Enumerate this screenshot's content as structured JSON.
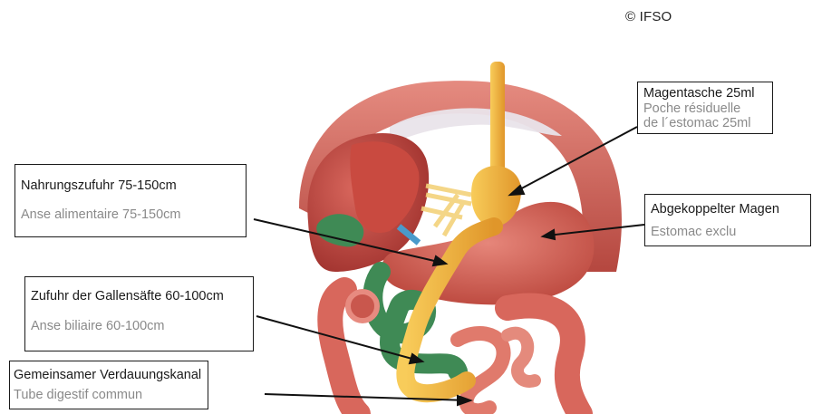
{
  "copyright": "© IFSO",
  "labels": {
    "nahrungszufuhr": {
      "de": "Nahrungszufuhr 75-150cm",
      "fr": "Anse alimentaire 75-150cm"
    },
    "gallensaefte": {
      "de": "Zufuhr der Gallensäfte 60-100cm",
      "fr": "Anse biliaire 60-100cm"
    },
    "verdauungskanal": {
      "de": "Gemeinsamer Verdauungskanal",
      "fr": "Tube digestif commun"
    },
    "magentasche": {
      "de": "Magentasche 25ml",
      "fr_line1": "Poche résiduelle",
      "fr_line2": "de l´estomac 25ml"
    },
    "abgekoppelt": {
      "de": "Abgekoppelter Magen",
      "fr": "Estomac exclu"
    }
  },
  "colors": {
    "liver": "#c0453e",
    "muscle": "#cf5f55",
    "stomach": "#d2584e",
    "intestine": "#e07a6c",
    "alimentary_limb": "#f2b33a",
    "gallbladder": "#3f8a55",
    "bile_duct": "#4a9acb",
    "nerves": "#f3d27a",
    "lines": "#111111"
  }
}
